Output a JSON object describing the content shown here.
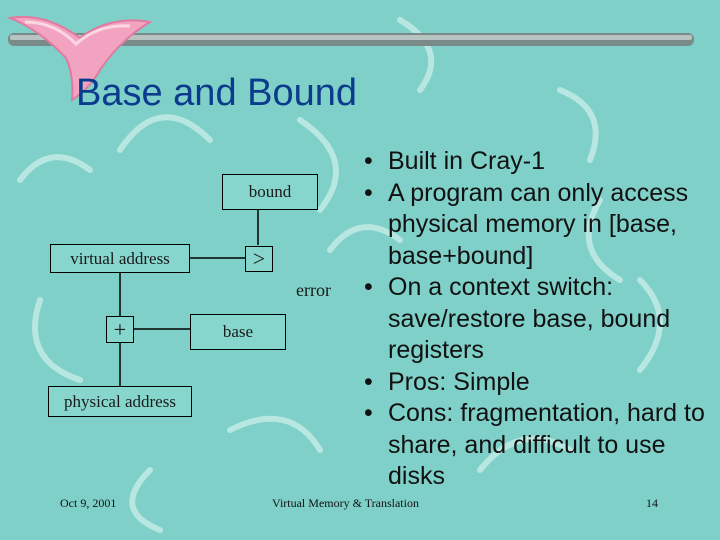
{
  "slide": {
    "title": "Base and Bound",
    "footer_date": "Oct 9, 2001",
    "footer_center": "Virtual Memory & Translation",
    "page_number": "14"
  },
  "diagram": {
    "bound_label": "bound",
    "virtual_address_label": "virtual address",
    "compare_symbol": ">",
    "error_label": "error",
    "adder_symbol": "+",
    "base_label": "base",
    "physical_address_label": "physical address"
  },
  "bullets": [
    "Built in Cray-1",
    "A program can only access physical memory in [base, base+bound]",
    "On a context switch: save/restore base, bound registers",
    "Pros: Simple",
    "Cons: fragmentation, hard to share, and difficult to use disks"
  ],
  "colors": {
    "background": "#7fd0c8",
    "title": "#0b3b8c",
    "header_bar": "#7a8a88"
  }
}
